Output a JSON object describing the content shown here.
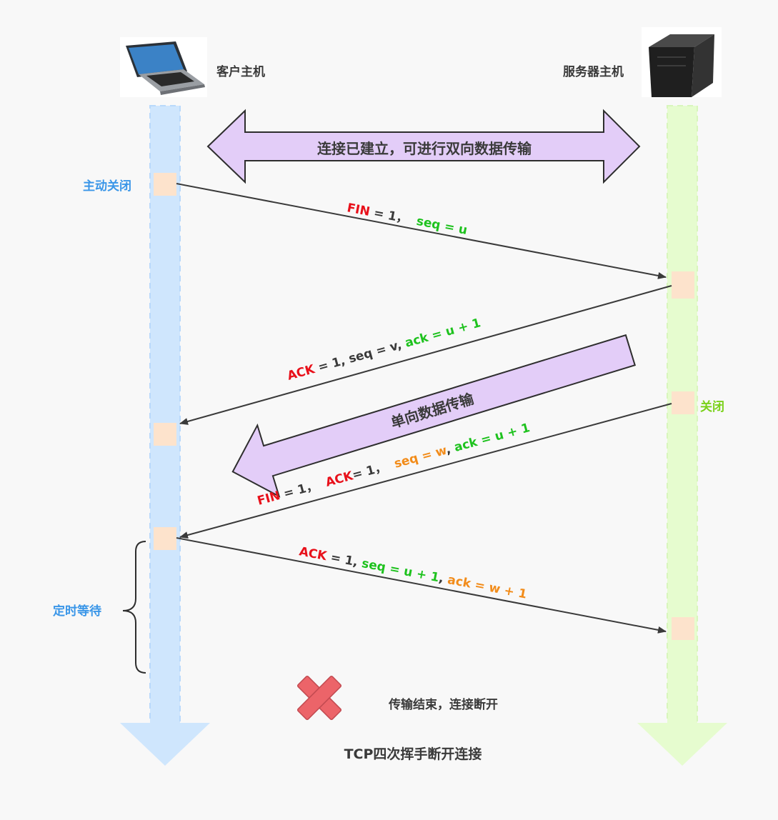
{
  "hosts": {
    "client": "客户主机",
    "server": "服务器主机"
  },
  "banners": {
    "established": "连接已建立，可进行双向数据传输",
    "one_way": "单向数据传输"
  },
  "states": {
    "active_close": "主动关闭",
    "close": "关闭",
    "timed_wait": "定时等待"
  },
  "messages": {
    "m1": {
      "fin": "FIN",
      "eq1": " = 1，  ",
      "seq": "seq = u"
    },
    "m2": {
      "ack": "ACK",
      "mid": " = 1, seq = v, ",
      "acknum": "ack = u + 1"
    },
    "m3": {
      "fin": "FIN",
      "eq1": " = 1，  ",
      "ack": "ACK",
      "eq2": "= 1，  ",
      "seq": "seq = w",
      "comma": ", ",
      "acknum": "ack = u + 1"
    },
    "m4": {
      "ack": "ACK",
      "eq1": " = 1, ",
      "seq": "seq = u + 1",
      "comma": ", ",
      "acknum": "ack = w + 1"
    }
  },
  "footer": {
    "end_text": "传输结束，连接断开",
    "title": "TCP四次挥手断开连接"
  },
  "colors": {
    "red": "#e8101a",
    "green": "#1ec21e",
    "orange": "#f28c1a",
    "blue": "#3a96e8",
    "lime": "#7ad11a",
    "gray": "#3a3a3a",
    "client_lane": "#cfe6fd",
    "server_lane": "#e6fccf",
    "banner": "#e3cdf8",
    "state_box": "#fde3cc",
    "cross": "#ec6469"
  }
}
